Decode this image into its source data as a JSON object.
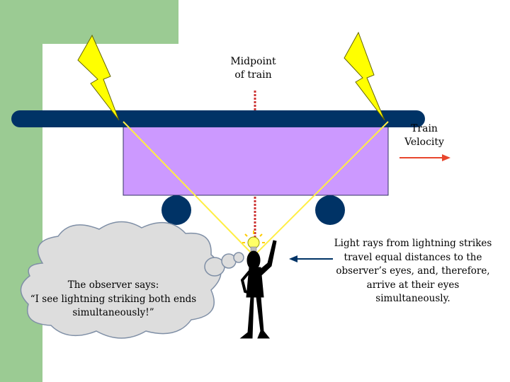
{
  "labels": {
    "midpoint": "Midpoint\nof train",
    "velocity": "Train\nVelocity",
    "explanation": "Light rays from lightning strikes travel equal distances to the observer’s eyes, and, therefore, arrive at their eyes simultaneously.",
    "thought": "The observer says:\n“I see lightning striking both ends simultaneously!”"
  },
  "colors": {
    "sidebar": "#9bcb93",
    "track": "#003366",
    "train_body": "#cc99ff",
    "wheel": "#003366",
    "light_ray": "#ffee44",
    "lightning_fill": "#ffff00",
    "midpoint_line": "#cc3333",
    "velocity_arrow": "#e8462d",
    "observer_arrow": "#003366",
    "cloud_fill": "#dddddd",
    "figure": "#000000"
  },
  "icons": [
    "lightning-bolt-icon",
    "light-bulb-icon",
    "stick-figure-icon",
    "thought-cloud-icon"
  ]
}
